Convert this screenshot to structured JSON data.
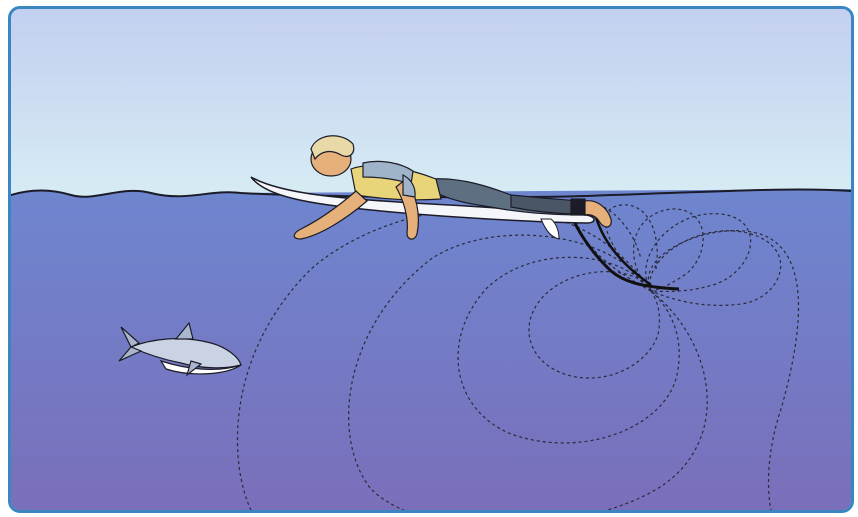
{
  "illustration": {
    "frame_color": "#3a86c0",
    "sky_top": "#c3cff0",
    "sky_bottom": "#d8eef4",
    "water_top": "#6e86cf",
    "water_bottom": "#7a6fba",
    "field_line_color": "#2a2a3a",
    "icons": [
      "surfer-figure",
      "surfboard",
      "shark-icon",
      "leash-cable",
      "wave-line",
      "field-lines"
    ]
  }
}
